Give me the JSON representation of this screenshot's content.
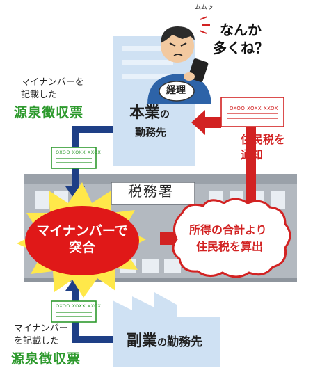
{
  "speech": {
    "line1": "なんか",
    "line2": "多くね？",
    "mumble": "ムムッ"
  },
  "badge_label": "経理",
  "main_job": {
    "name": "本業",
    "suffix": "の",
    "workplace": "勤務先"
  },
  "tax_office": "税務署",
  "mynumber_process": {
    "line1": "マイナンバーで",
    "line2": "突合"
  },
  "calc_process": {
    "line1": "所得の合計より",
    "line2": "住民税を算出"
  },
  "notify": {
    "line1": "住民税を",
    "line2": "通知"
  },
  "notice_doc_code": "OXOO XOXX XXOX",
  "slip_doc_code_top": "OXOO XOXX XXOX",
  "slip_doc_code_bottom": "OXOO XOXX XXOX",
  "top_slip_note": {
    "line1": "マイナンバーを",
    "line2": "記載した",
    "title": "源泉徴収票"
  },
  "bottom_slip_note": {
    "line1": "マイナンバー",
    "line2": "を記載した",
    "title": "源泉徴収票"
  },
  "side_job": {
    "name": "副業",
    "suffix": "の",
    "workplace": "勤務先"
  },
  "colors": {
    "arrow_blue": "#1e3f86",
    "arrow_red": "#d22222",
    "title_green": "#2e9a2e",
    "building_blue": "#cfe1f3",
    "office_gray": "#a9b0b8",
    "burst_yellow": "#ffe84a",
    "burst_red": "#e01818"
  }
}
